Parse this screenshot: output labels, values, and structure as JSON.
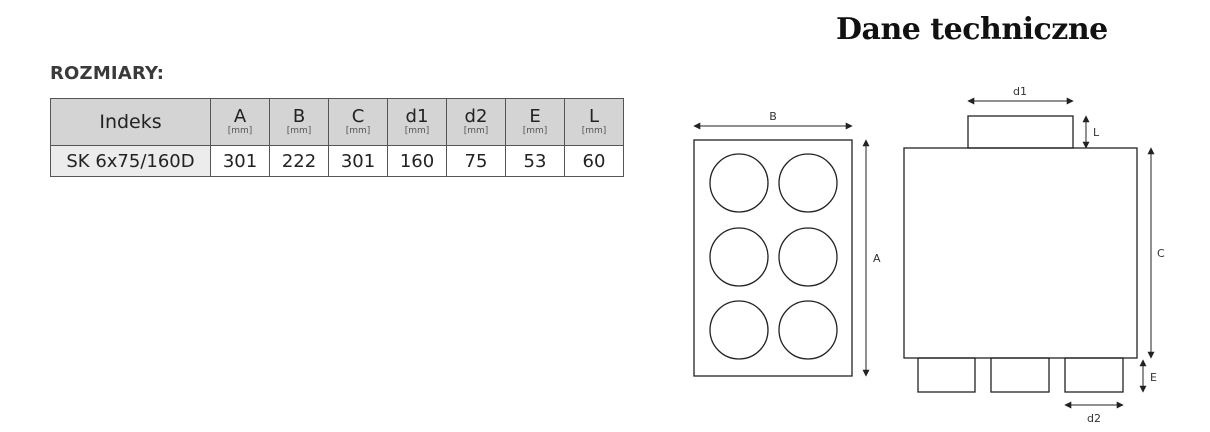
{
  "title": "Dane techniczne",
  "section_heading": "ROZMIARY:",
  "table": {
    "header_first": "Indeks",
    "unit": "[mm]",
    "columns": [
      "A",
      "B",
      "C",
      "d1",
      "d2",
      "E",
      "L"
    ],
    "rows": [
      {
        "index": "SK 6x75/160D",
        "values": [
          "301",
          "222",
          "301",
          "160",
          "75",
          "53",
          "60"
        ]
      }
    ]
  },
  "drawing_labels": {
    "front_width": "B",
    "front_height": "A",
    "side_top_width": "d1",
    "side_top_height": "L",
    "side_height": "C",
    "side_bottom_height": "E",
    "side_bottom_width": "d2"
  }
}
